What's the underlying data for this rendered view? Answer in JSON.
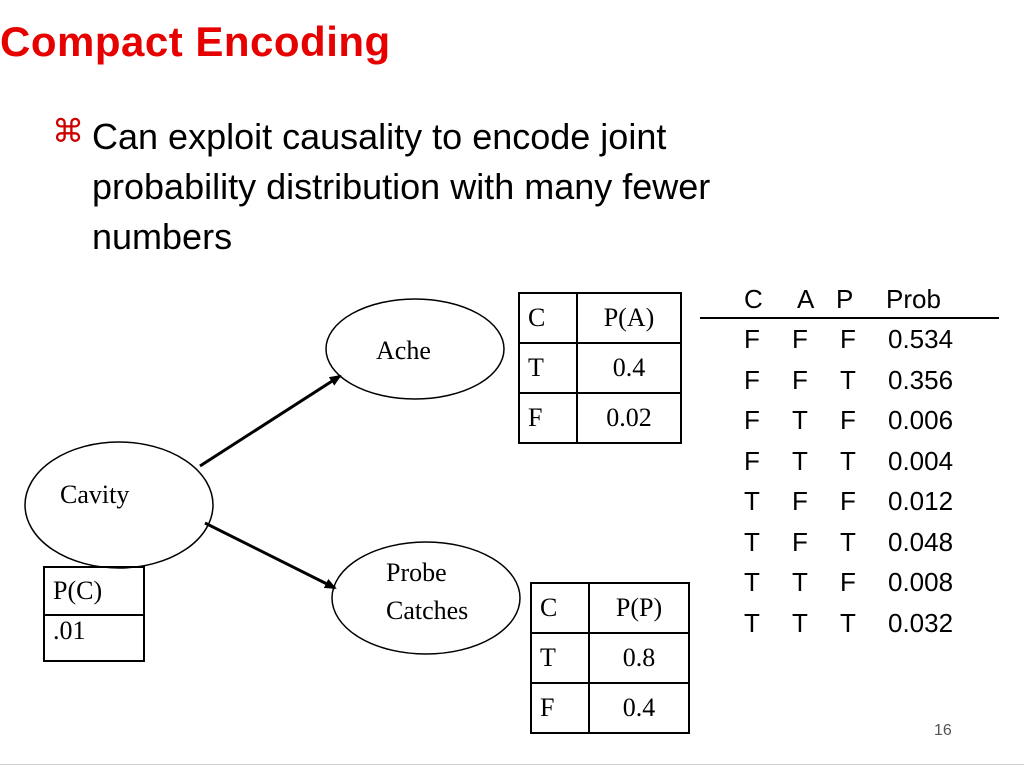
{
  "slide": {
    "title": "Compact Encoding",
    "bullet": {
      "icon": "command-key-icon",
      "lines": [
        "Can exploit causality to encode joint",
        "probability distribution with many fewer",
        "numbers"
      ]
    },
    "page_number": "16"
  },
  "network": {
    "nodes": {
      "cavity": "Cavity",
      "ache": "Ache",
      "probe_line1": "Probe",
      "probe_line2": "Catches"
    },
    "cpt_cavity": {
      "header": "P(C)",
      "value": ".01"
    },
    "cpt_ache": {
      "col1": "C",
      "col2": "P(A)",
      "rows": [
        [
          "T",
          "0.4"
        ],
        [
          "F",
          "0.02"
        ]
      ]
    },
    "cpt_probe": {
      "col1": "C",
      "col2": "P(P)",
      "rows": [
        [
          "T",
          "0.8"
        ],
        [
          "F",
          "0.4"
        ]
      ]
    }
  },
  "joint_table": {
    "headers": [
      "C",
      "A",
      "P",
      "Prob"
    ],
    "rows": [
      [
        "F",
        "F",
        "F",
        "0.534"
      ],
      [
        "F",
        "F",
        "T",
        "0.356"
      ],
      [
        "F",
        "T",
        "F",
        "0.006"
      ],
      [
        "F",
        "T",
        "T",
        "0.004"
      ],
      [
        "T",
        "F",
        "F",
        "0.012"
      ],
      [
        "T",
        "F",
        "T",
        "0.048"
      ],
      [
        "T",
        "T",
        "F",
        "0.008"
      ],
      [
        "T",
        "T",
        "T",
        "0.032"
      ]
    ]
  }
}
